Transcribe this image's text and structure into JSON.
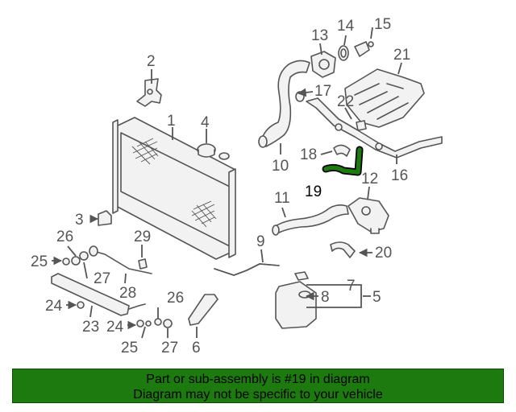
{
  "diagram": {
    "highlight_part": "19",
    "highlight_color": "#1c7a0f",
    "callouts": [
      "1",
      "2",
      "3",
      "4",
      "5",
      "6",
      "7",
      "8",
      "9",
      "10",
      "11",
      "12",
      "13",
      "14",
      "15",
      "16",
      "17",
      "18",
      "19",
      "20",
      "21",
      "22",
      "23",
      "24",
      "24",
      "25",
      "25",
      "26",
      "26",
      "27",
      "27",
      "28",
      "29"
    ]
  },
  "banner": {
    "line1": "Part or sub-assembly is #19 in diagram",
    "line2": "Diagram may not be specific to your vehicle",
    "background": "#1c7a0f"
  }
}
